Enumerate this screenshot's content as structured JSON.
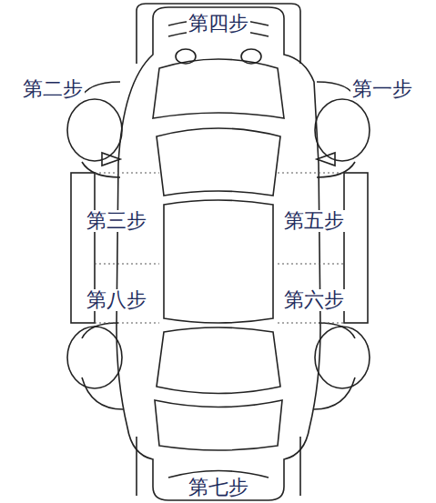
{
  "diagram": {
    "labels": [
      "第四步",
      "第二步",
      "第一步",
      "第三步",
      "第五步",
      "第八步",
      "第六步",
      "第七步"
    ]
  }
}
